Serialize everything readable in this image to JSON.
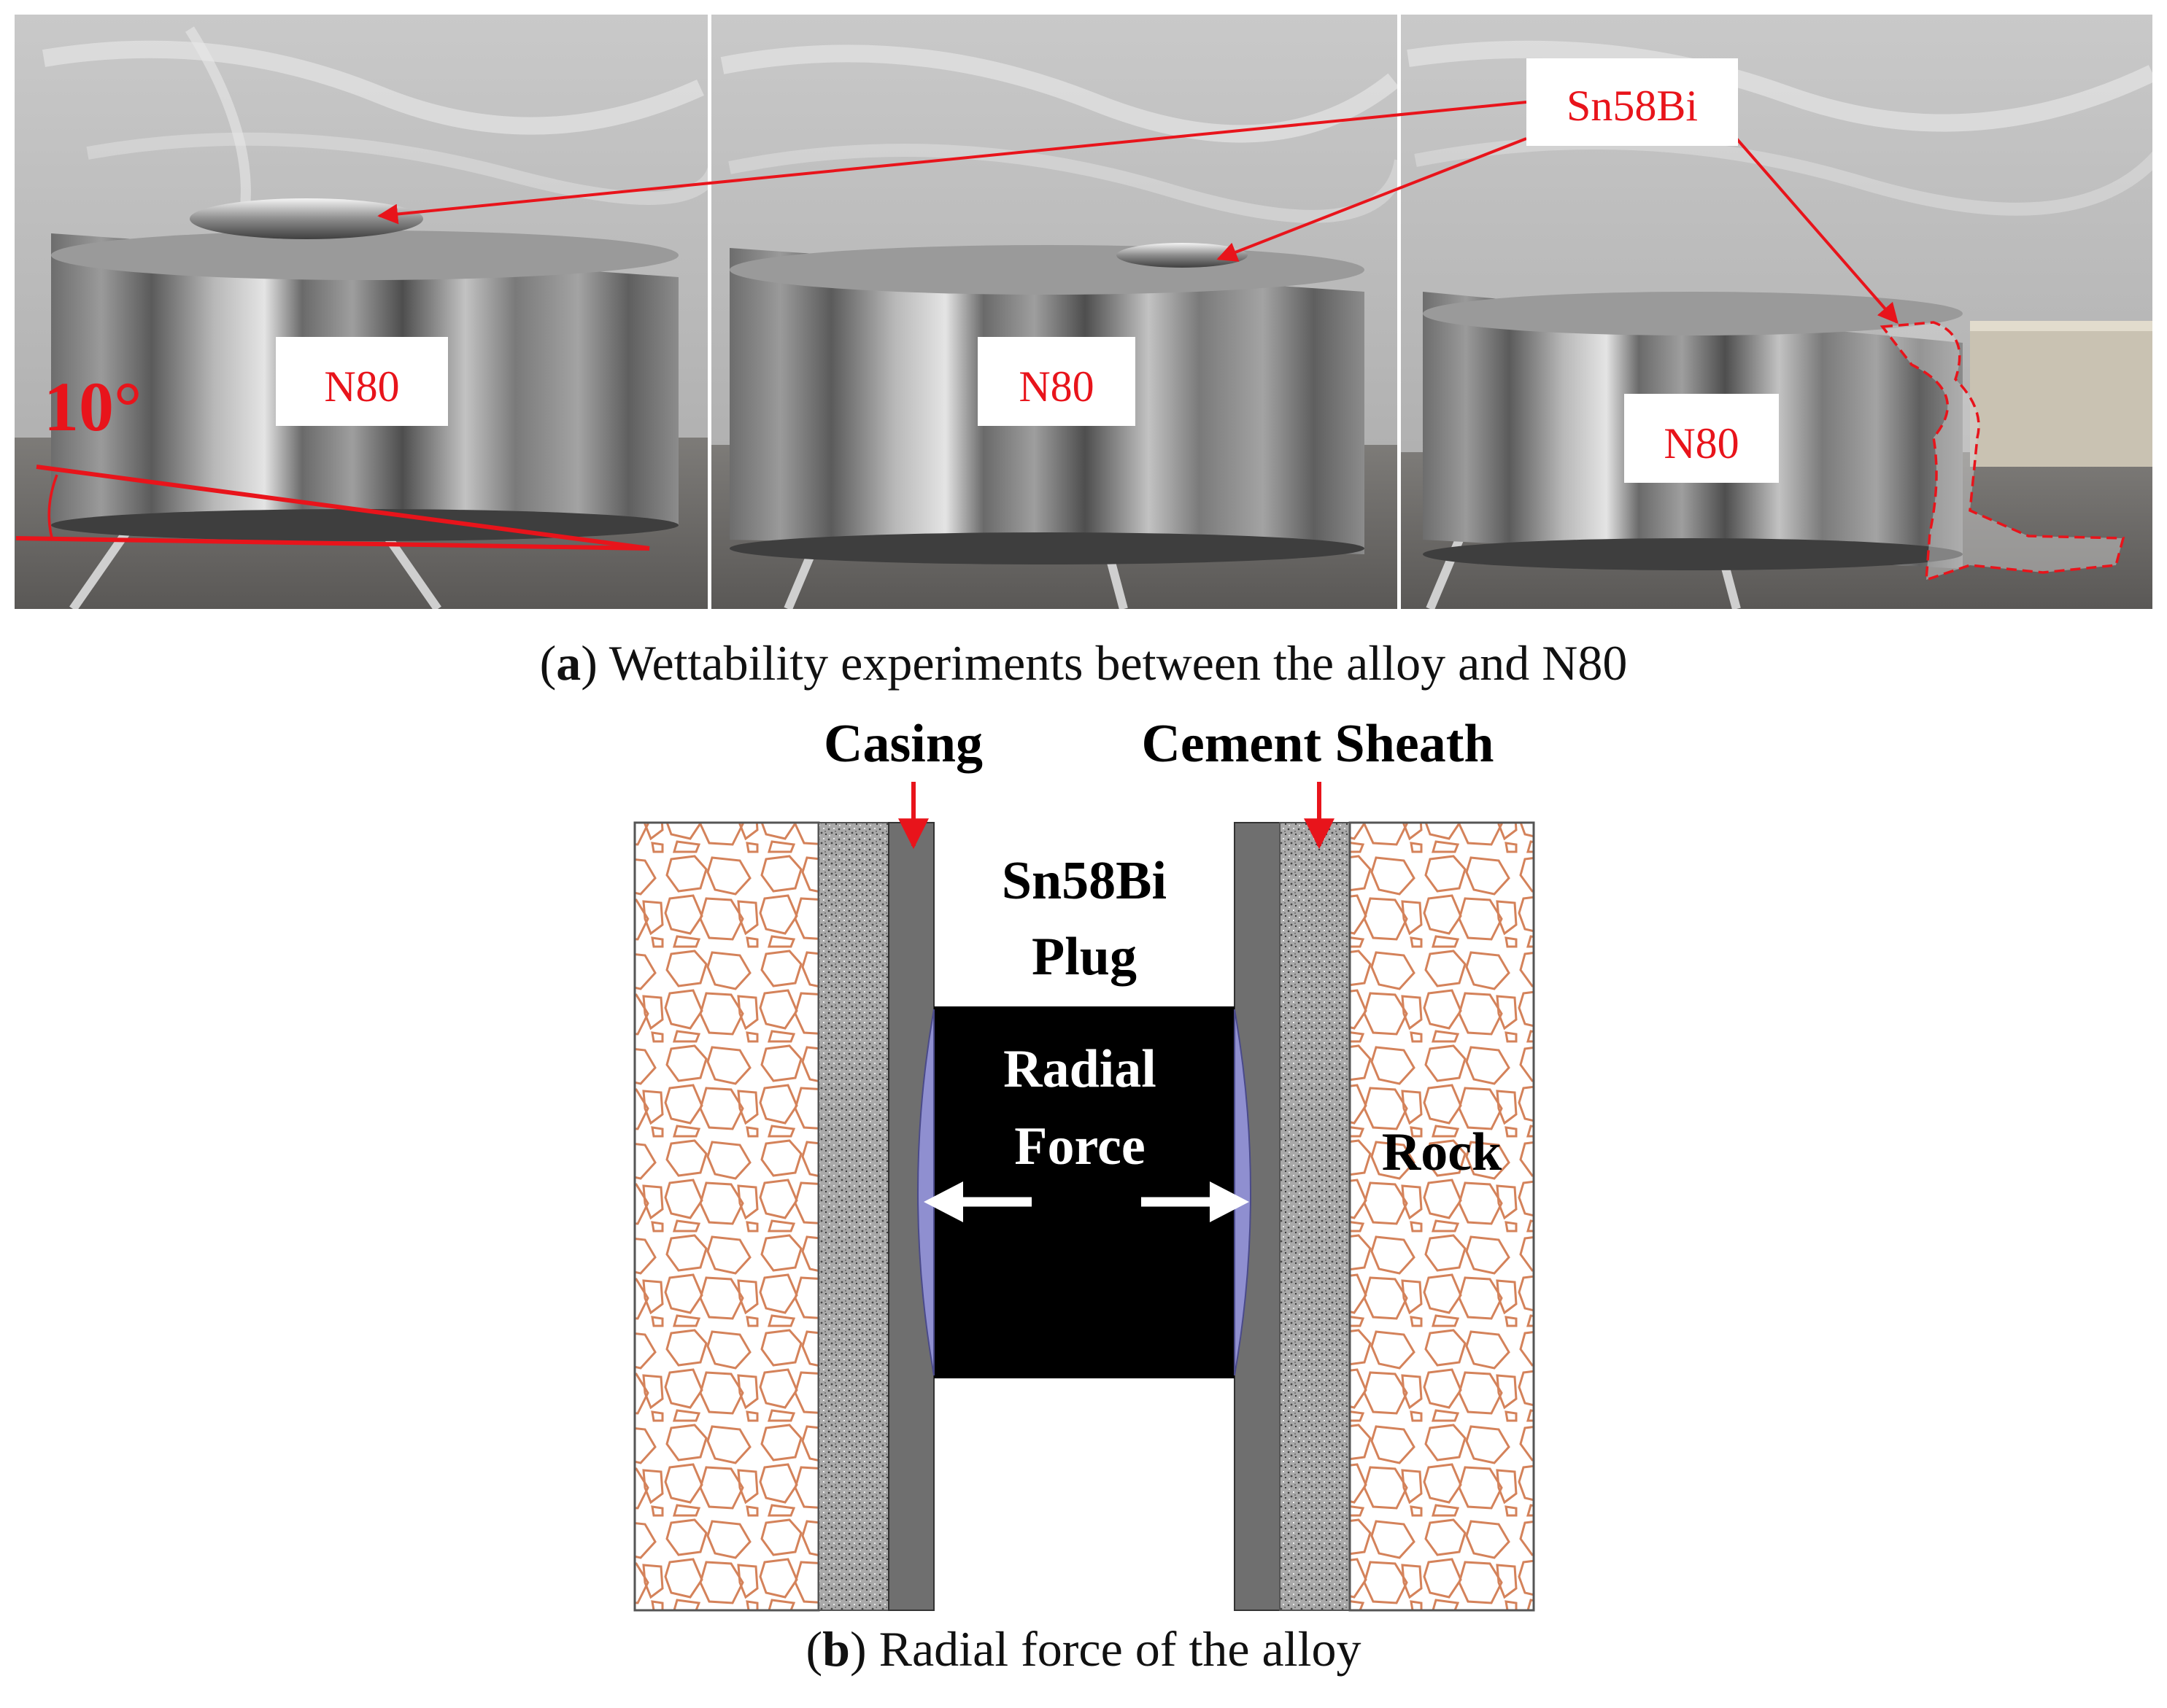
{
  "photo_strip": {
    "panels": [
      {
        "label": "N80"
      },
      {
        "label": "N80"
      },
      {
        "label": "N80"
      }
    ],
    "alloy_label": "Sn58Bi",
    "angle_label": "10°"
  },
  "caption_a": {
    "letter": "a",
    "text": "Wettability experiments between the alloy and N80"
  },
  "schematic": {
    "casing_label": "Casing",
    "cement_label": "Cement Sheath",
    "plug_label_line1": "Sn58Bi",
    "plug_label_line2": "Plug",
    "force_label_line1": "Radial",
    "force_label_line2": "Force",
    "rock_label": "Rock"
  },
  "caption_b": {
    "letter": "b",
    "text": "Radial force of the alloy"
  },
  "colors": {
    "annotation_red": "#e8141b",
    "rock_outline": "#d4825a",
    "cement_fill": "#a9a9a9",
    "casing_fill": "#6f6f6f",
    "plug_fill": "#000000",
    "contact_fill": "#8f8fd0"
  }
}
